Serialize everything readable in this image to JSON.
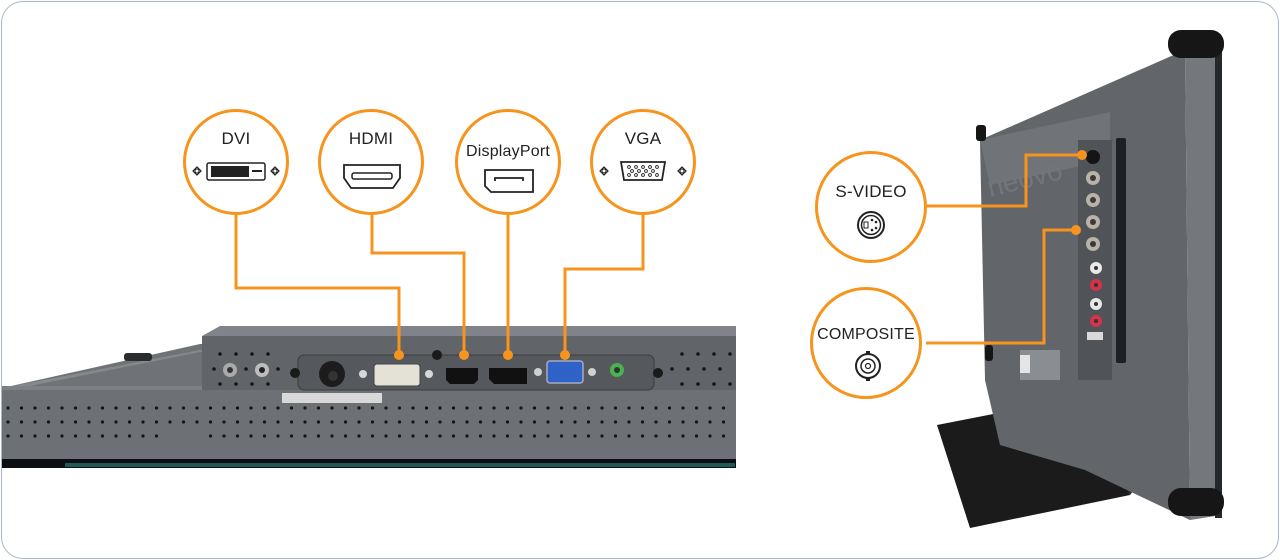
{
  "title": "Monitor input connectors",
  "accent_color": "#f7941d",
  "bottom_view": {
    "callouts": [
      {
        "id": "dvi",
        "label": "DVI",
        "icon": "dvi-port-icon"
      },
      {
        "id": "hdmi",
        "label": "HDMI",
        "icon": "hdmi-port-icon"
      },
      {
        "id": "displayport",
        "label": "DisplayPort",
        "icon": "displayport-icon"
      },
      {
        "id": "vga",
        "label": "VGA",
        "icon": "vga-port-icon"
      }
    ]
  },
  "side_view": {
    "brand_mark": "neovo",
    "callouts": [
      {
        "id": "svideo",
        "label": "S-VIDEO",
        "icon": "s-video-port-icon"
      },
      {
        "id": "composite",
        "label": "COMPOSITE",
        "icon": "bnc-composite-port-icon"
      }
    ]
  }
}
